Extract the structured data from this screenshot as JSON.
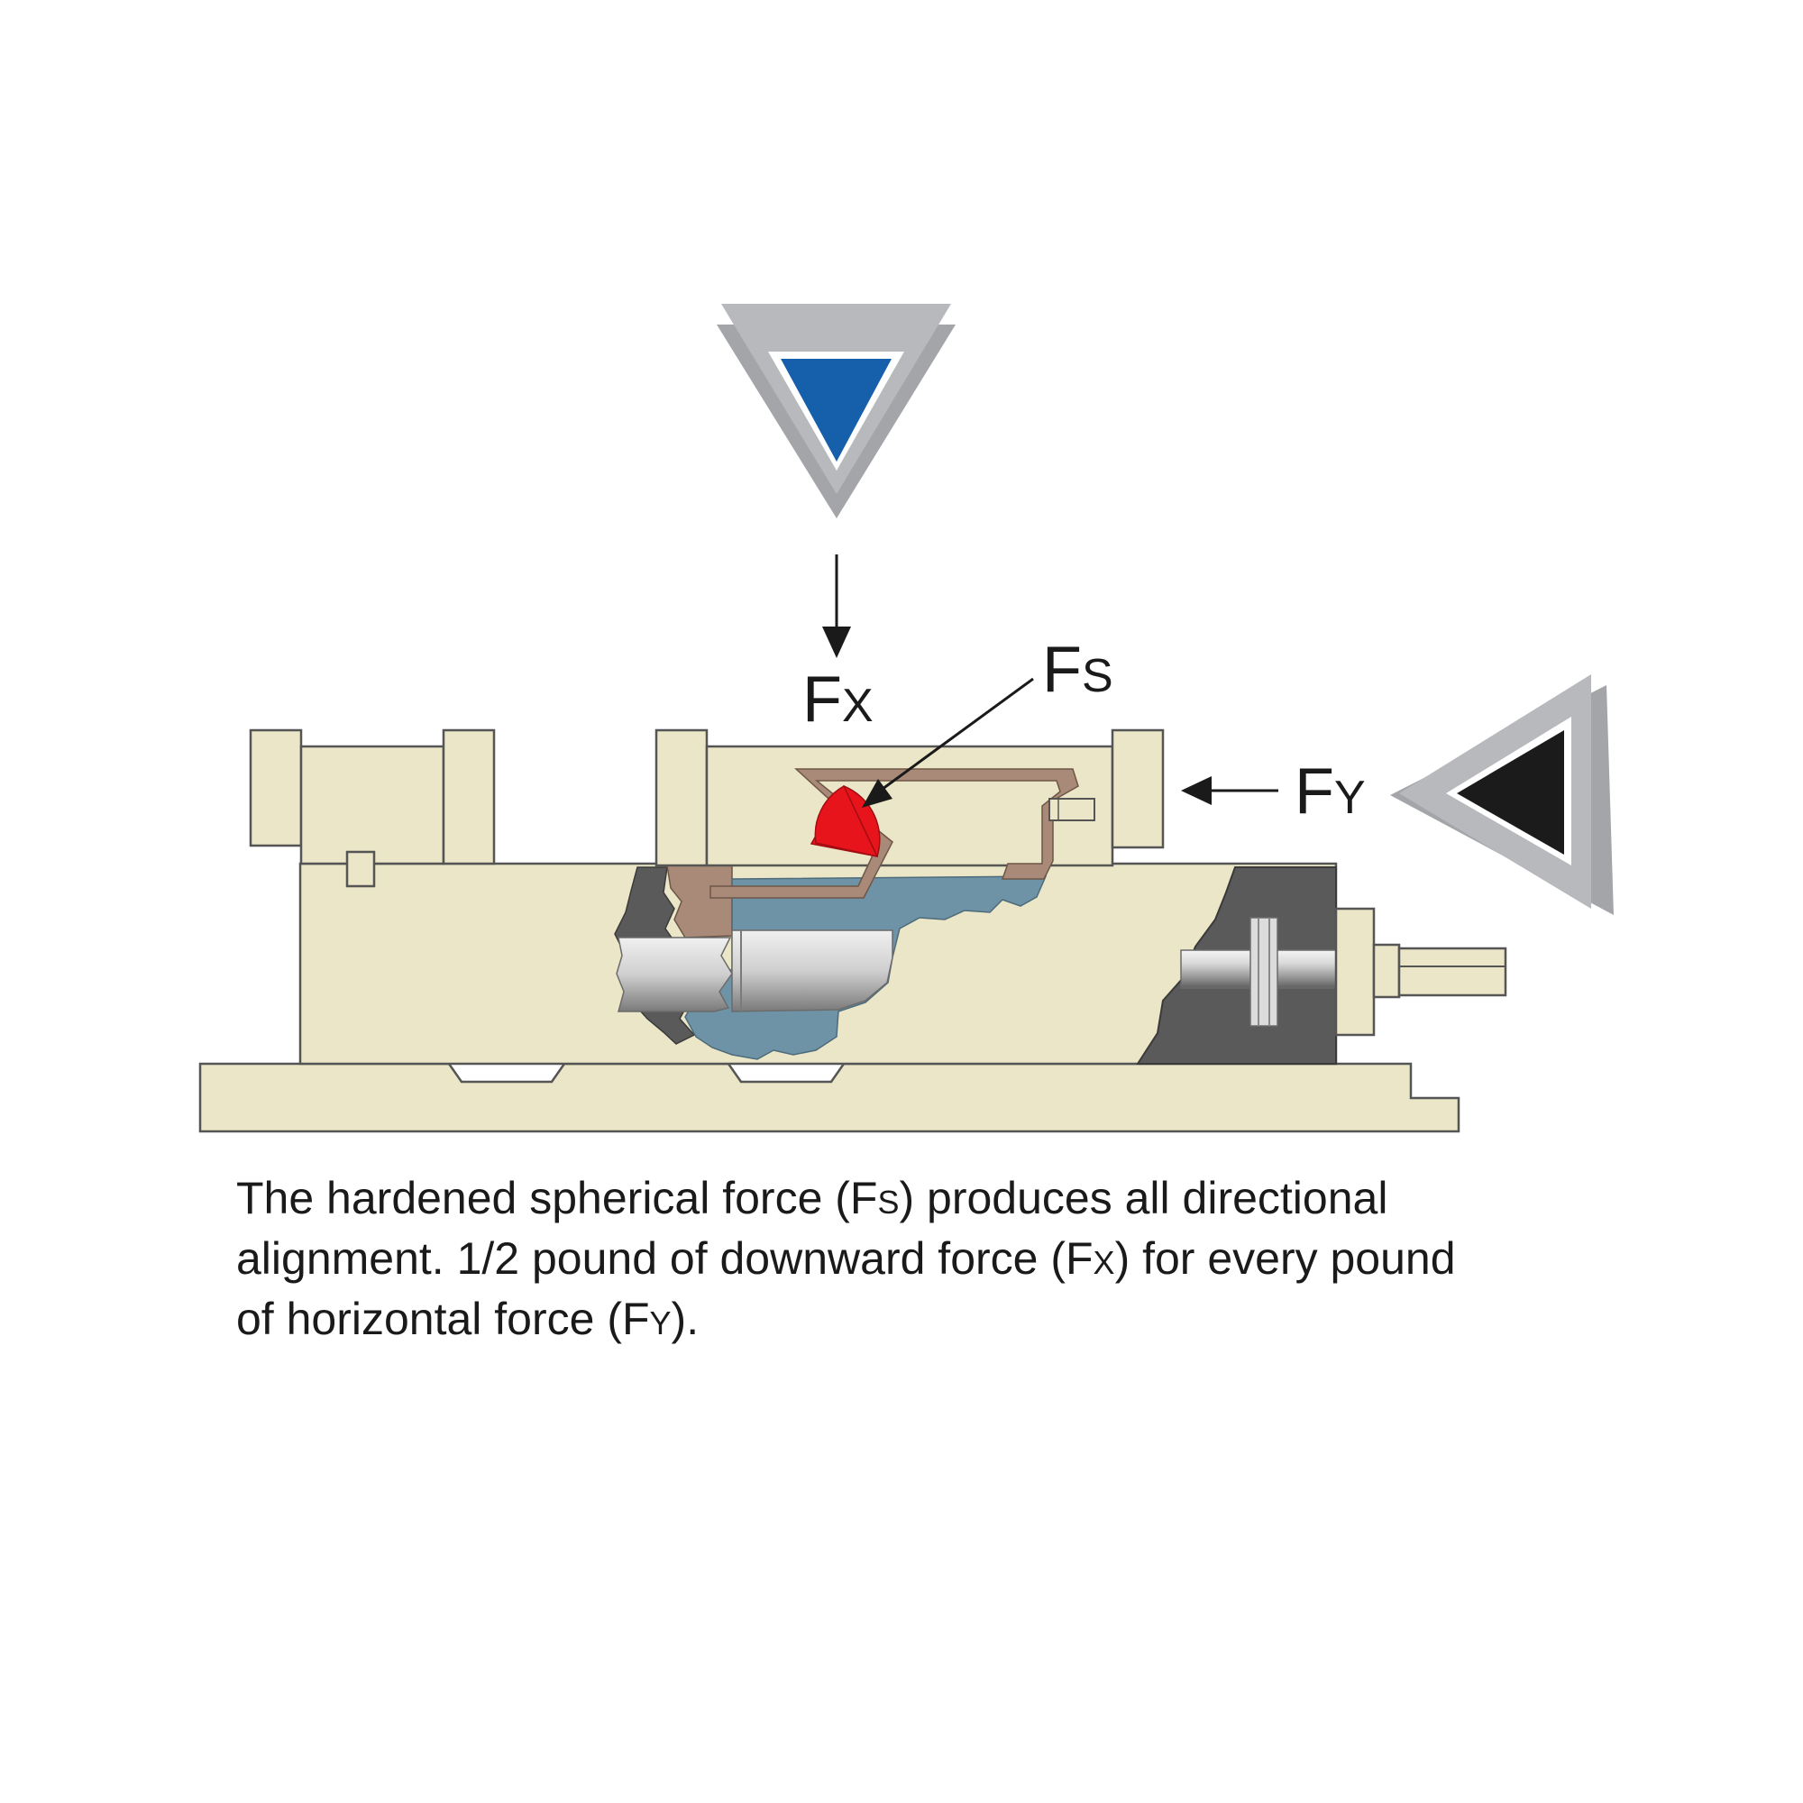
{
  "labels": {
    "fx_main": "F",
    "fx_sub": "X",
    "fs_main": "F",
    "fs_sub": "S",
    "fy_main": "F",
    "fy_sub": "Y"
  },
  "caption": {
    "line1_a": "The hardened spherical force (F",
    "line1_sub": "S",
    "line1_b": ") produces all directional",
    "line2_a": "alignment. 1/2 pound of downward force (F",
    "line2_sub": "X",
    "line2_b": ") for every pound",
    "line3_a": "of horizontal force (F",
    "line3_sub": "Y",
    "line3_c": ")."
  },
  "colors": {
    "vise_body": "#ebe6c7",
    "vise_outline": "#555555",
    "hydraulic_fluid": "#6f93a6",
    "wedge_brown": "#a98a78",
    "dark_steel": "#5a5a5a",
    "sphere_red": "#e8141c",
    "triangle_gray": "#b7b9bd",
    "triangle_blue": "#155fab",
    "triangle_black": "#1b1b1b"
  }
}
